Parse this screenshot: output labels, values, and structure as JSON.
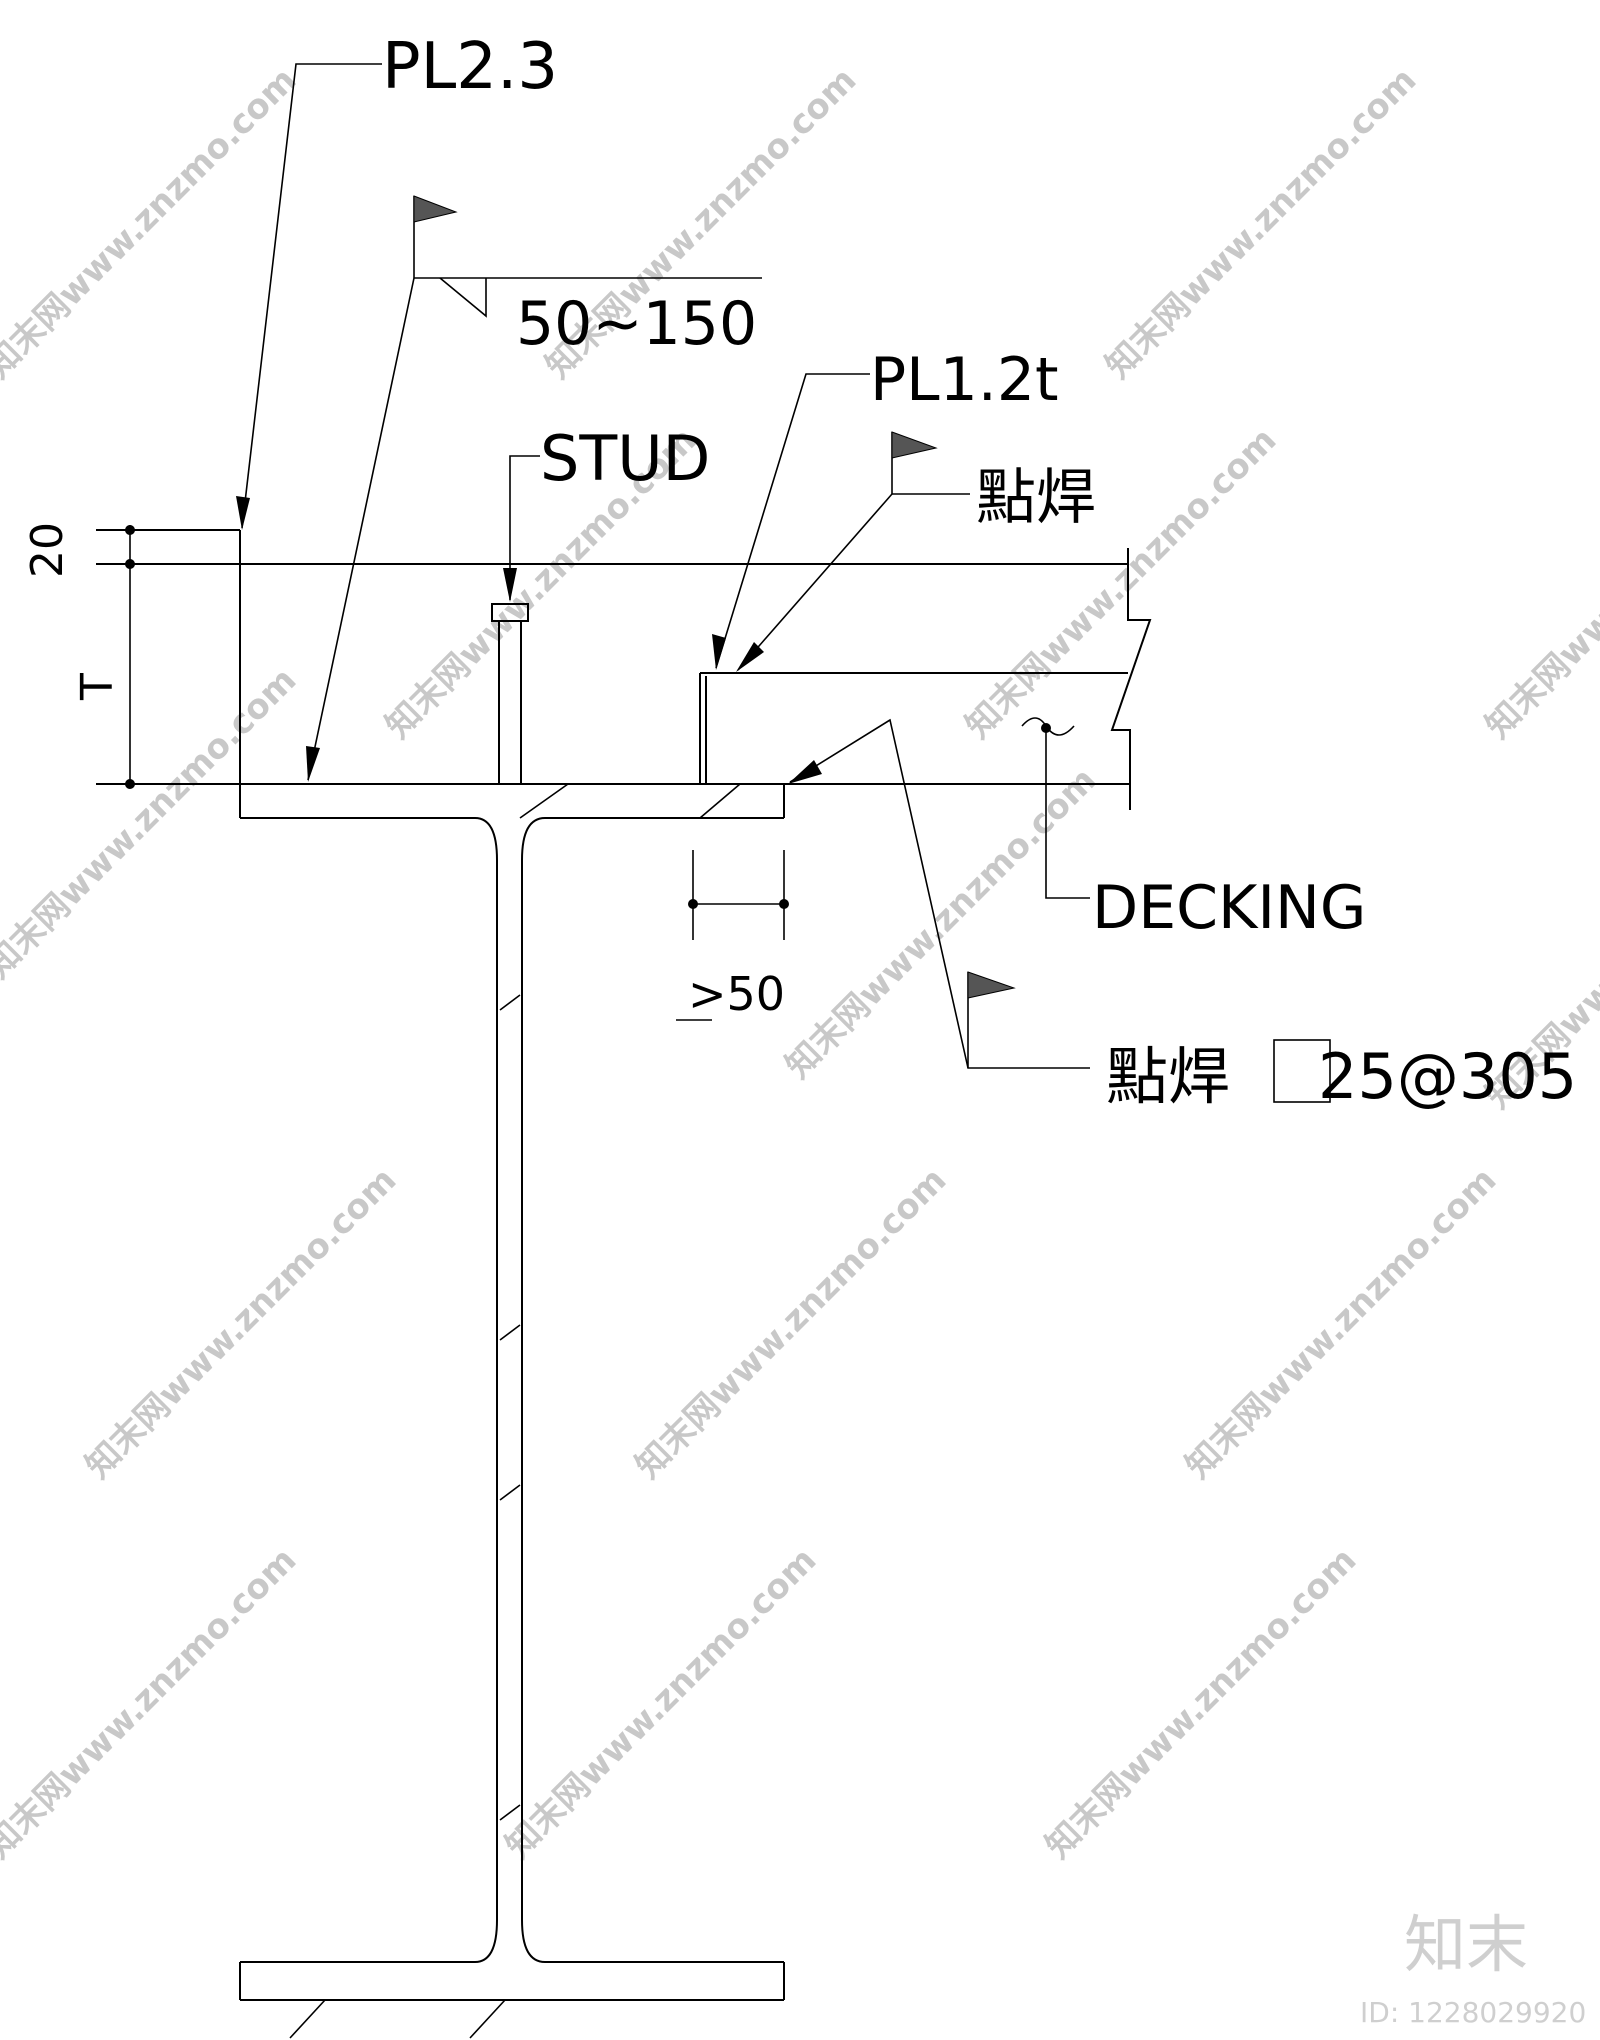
{
  "labels": {
    "plate_top": "PL2.3",
    "weld_range": "50~150",
    "stud": "STUD",
    "plate_mid": "PL1.2t",
    "spot_weld_top": "點焊",
    "decking": "DECKING",
    "overlap_min": ">50",
    "spot_weld_bottom_text": "點焊",
    "spot_weld_bottom_spec": "25@305",
    "dim_20": "20",
    "dim_T": "T"
  },
  "watermark": {
    "text": "知末网www.znzmo.com",
    "brand": "知末",
    "id": "ID: 1228029920"
  },
  "colors": {
    "line": "#000000",
    "watermark": "#c8c8c8"
  }
}
